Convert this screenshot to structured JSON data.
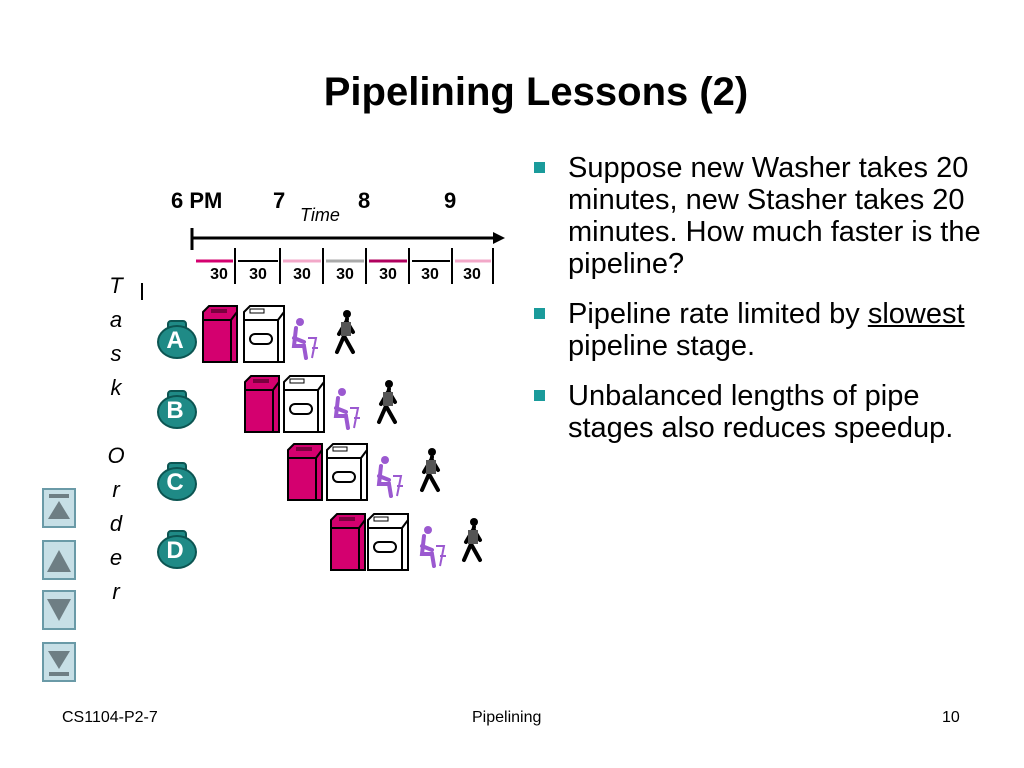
{
  "slide": {
    "title": "Pipelining Lessons (2)"
  },
  "bullets": [
    {
      "text": "Suppose new Washer takes 20 minutes, new Stasher takes 20 minutes. How much faster is the pipeline?"
    },
    {
      "before": "Pipeline rate limited by ",
      "underlined": "slowest",
      "after": " pipeline stage."
    },
    {
      "text": "Unbalanced lengths of pipe stages also reduces speedup."
    }
  ],
  "diagram": {
    "time_labels": [
      "6 PM",
      "7",
      "8",
      "9"
    ],
    "time_word": "Time",
    "segment_labels": [
      "30",
      "30",
      "30",
      "30",
      "30",
      "30",
      "30"
    ],
    "axis_letters_task": [
      "T",
      "a",
      "s",
      "k"
    ],
    "axis_letters_order": [
      "O",
      "r",
      "d",
      "e",
      "r"
    ],
    "tasks": [
      "A",
      "B",
      "C",
      "D"
    ],
    "colors": {
      "washer": "#d4006f",
      "stasher_person": "#9b59d0",
      "segment_pink": "#e36fa6",
      "segment_gray": "#aaaaaa",
      "segment_magenta": "#b0005e",
      "segment_lightpink": "#f2a8c8",
      "bag": "#1f8a86",
      "bullet": "#1a9b9b"
    },
    "icons": [
      "washer-icon",
      "dryer-icon",
      "folder-person-icon",
      "walking-person-icon"
    ]
  },
  "nav": [
    "nav-first-icon",
    "nav-up-icon",
    "nav-down-icon",
    "nav-last-icon"
  ],
  "footer": {
    "left": "CS1104-P2-7",
    "center": "Pipelining",
    "right": "10"
  }
}
